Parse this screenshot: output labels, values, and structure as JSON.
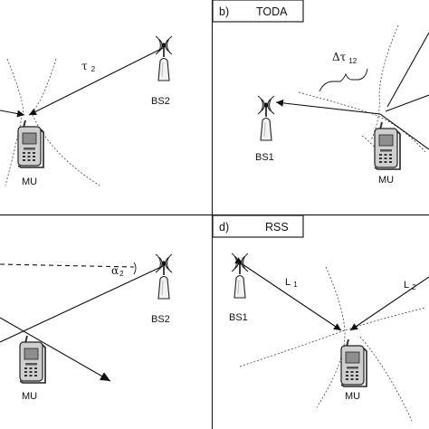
{
  "panels": {
    "a": {
      "tau_main": "τ",
      "tau_sub": "2",
      "bs_label": "BS2",
      "mu_label": "MU"
    },
    "b": {
      "tag": "b)",
      "title": "TODA",
      "delta_main": "Δτ",
      "delta_sub": "12",
      "bs_label": "BS1",
      "mu_label": "MU"
    },
    "c": {
      "alpha_main": "α",
      "alpha_sub": "2",
      "bs_label": "BS2",
      "mu_label": "MU"
    },
    "d": {
      "tag": "d)",
      "title": "RSS",
      "l1_main": "L",
      "l1_sub": "1",
      "l2_main": "L",
      "l2_sub": "2",
      "bs_label": "BS1",
      "mu_label": "MU"
    }
  }
}
